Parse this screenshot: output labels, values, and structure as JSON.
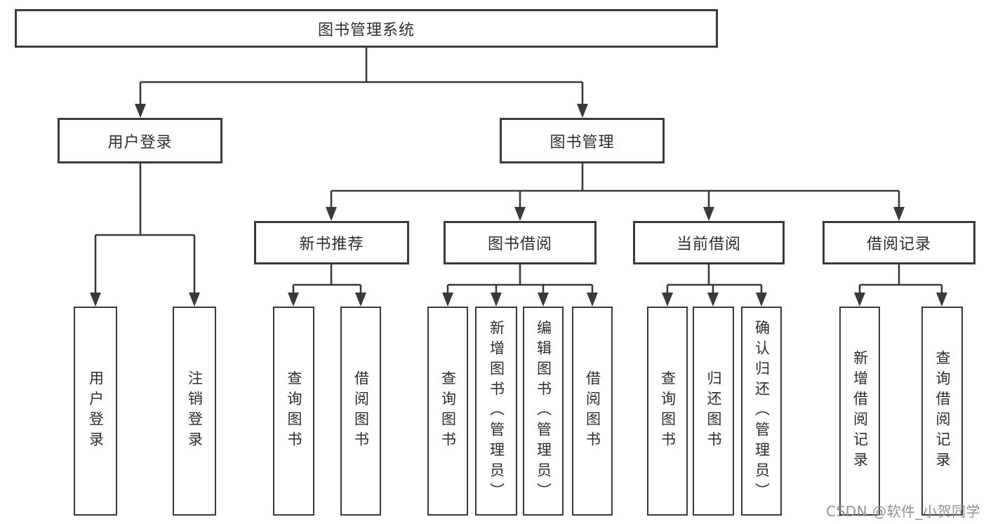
{
  "tree": {
    "root": {
      "label": "图书管理系统",
      "children": [
        {
          "label": "用户登录",
          "children": [
            {
              "label": "用户登录"
            },
            {
              "label": "注销登录"
            }
          ]
        },
        {
          "label": "图书管理",
          "children": [
            {
              "label": "新书推荐",
              "children": [
                {
                  "label": "查询图书"
                },
                {
                  "label": "借阅图书"
                }
              ]
            },
            {
              "label": "图书借阅",
              "children": [
                {
                  "label": "查询图书"
                },
                {
                  "label": "新增图书（管理员）"
                },
                {
                  "label": "编辑图书（管理员）"
                },
                {
                  "label": "借阅图书"
                }
              ]
            },
            {
              "label": "当前借阅",
              "children": [
                {
                  "label": "查询图书"
                },
                {
                  "label": "归还图书"
                },
                {
                  "label": "确认归还（管理员）"
                }
              ]
            },
            {
              "label": "借阅记录",
              "children": [
                {
                  "label": "新增借阅记录"
                },
                {
                  "label": "查询借阅记录"
                }
              ]
            }
          ]
        }
      ]
    }
  },
  "watermark": {
    "text": "CSDN @软件_小贺同学"
  },
  "colors": {
    "line": "#3a3a3a",
    "box_border": "#3a3a3a",
    "text": "#2d2d2d",
    "background": "#ffffff",
    "watermark": "#919191"
  }
}
